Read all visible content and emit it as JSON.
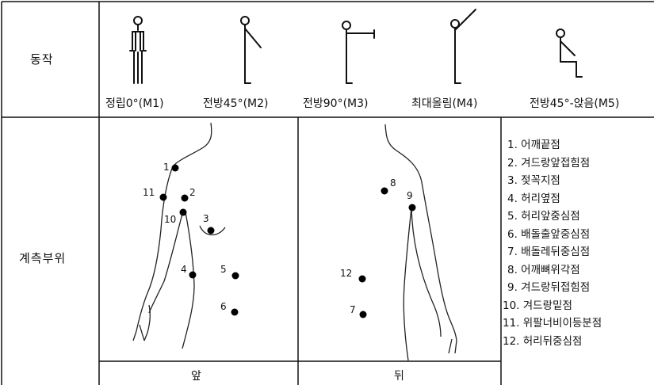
{
  "header": {
    "row1_label": "동작",
    "row2_label": "계측부위"
  },
  "motions": [
    {
      "label": "정립0°(M1)",
      "figure": "standing-figure"
    },
    {
      "label": "전방45°(M2)",
      "figure": "arm-forward-45-figure"
    },
    {
      "label": "전방90°(M3)",
      "figure": "arm-forward-90-figure"
    },
    {
      "label": "최대올림(M4)",
      "figure": "arm-max-raise-figure"
    },
    {
      "label": "전방45°-앉음(M5)",
      "figure": "seated-arm-45-figure"
    }
  ],
  "views": {
    "front": "앞",
    "back": "뒤"
  },
  "front_markers": [
    "1",
    "2",
    "3",
    "4",
    "5",
    "6",
    "10",
    "11"
  ],
  "back_markers": [
    "7",
    "8",
    "9",
    "12"
  ],
  "points": [
    "1. 어깨끝점",
    "2. 겨드랑앞접힘점",
    "3. 젖꼭지점",
    "4. 허리옆점",
    "5. 허리앞중심점",
    "6. 배돌출앞중심점",
    "7. 배돌레뒤중심점",
    "8. 어깨뼈위각점",
    "9. 겨드랑뒤접힘점",
    "10. 겨드랑밑점",
    "11. 위팔너비이등분점",
    "12. 허리뒤중심점"
  ]
}
